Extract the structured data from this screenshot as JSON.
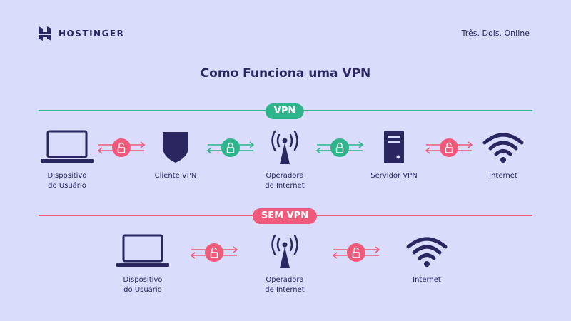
{
  "header": {
    "brand": "HOSTINGER",
    "tagline": "Três. Dois. Online"
  },
  "title": "Como Funciona uma VPN",
  "colors": {
    "background": "#d9dcfb",
    "navy": "#2a2660",
    "vpn_green": "#2fb48b",
    "no_vpn_pink": "#ef5a7b"
  },
  "vpn_section": {
    "label": "VPN",
    "nodes": [
      {
        "icon": "laptop-icon",
        "label": "Dispositivo\ndo Usuário"
      },
      {
        "icon": "shield-icon",
        "label": "Cliente VPN"
      },
      {
        "icon": "antenna-icon",
        "label": "Operadora\nde Internet"
      },
      {
        "icon": "server-icon",
        "label": "Servidor VPN"
      },
      {
        "icon": "wifi-icon",
        "label": "Internet"
      }
    ],
    "connectors": [
      "unsecured",
      "secured",
      "secured",
      "unsecured"
    ]
  },
  "no_vpn_section": {
    "label": "SEM VPN",
    "nodes": [
      {
        "icon": "laptop-icon",
        "label": "Dispositivo\ndo Usuário"
      },
      {
        "icon": "antenna-icon",
        "label": "Operadora\nde Internet"
      },
      {
        "icon": "wifi-icon",
        "label": "Internet"
      }
    ],
    "connectors": [
      "unsecured",
      "unsecured"
    ]
  }
}
